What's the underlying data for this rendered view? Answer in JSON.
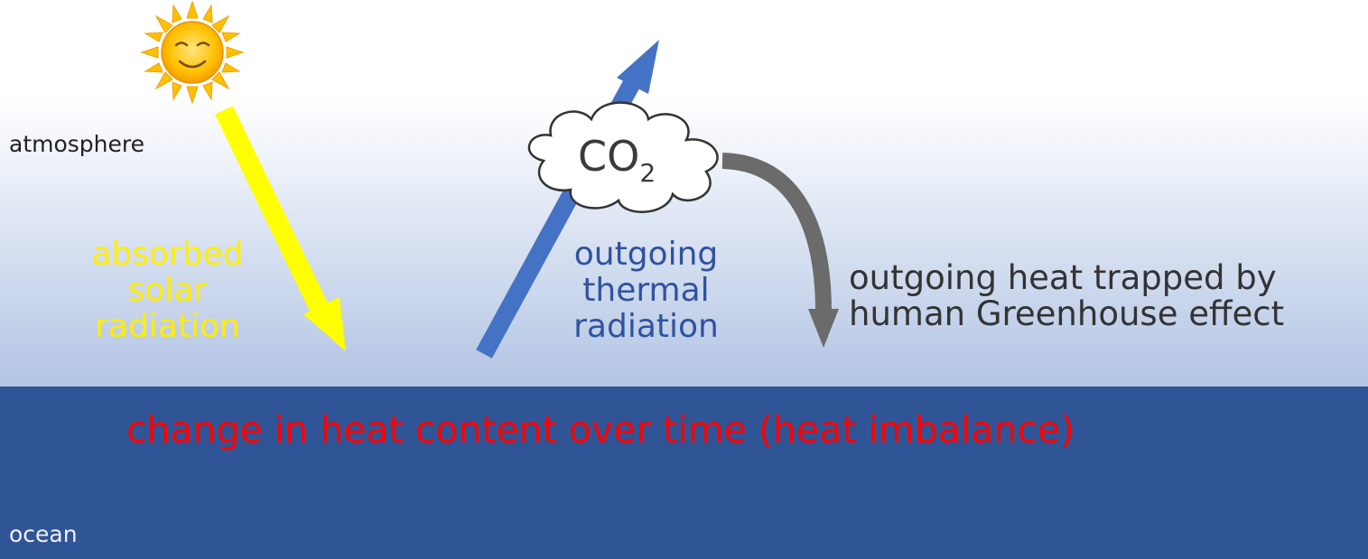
{
  "labels": {
    "atmosphere": "atmosphere",
    "ocean": "ocean",
    "absorbed_solar": [
      "absorbed",
      "solar",
      "radiation"
    ],
    "outgoing_thermal": [
      "outgoing",
      "thermal",
      "radiation"
    ],
    "trapped_heat": [
      "outgoing heat trapped by",
      "human Greenhouse effect"
    ],
    "heat_imbalance": "change in heat content over time (heat imbalance)",
    "co2_main": "CO",
    "co2_sub": "2"
  },
  "colors": {
    "sky_top": "#ffffff",
    "sky_bottom": "#b2c4e4",
    "ocean": "#2f5597",
    "solar_arrow": "#ffff00",
    "thermal_arrow": "#4472c4",
    "trapped_arrow": "#6b6b6b",
    "imbalance_text": "#ff0000",
    "sun": "#ffc000"
  },
  "icons": {
    "sun": "smiling-sun-icon",
    "cloud": "cloud-icon"
  }
}
